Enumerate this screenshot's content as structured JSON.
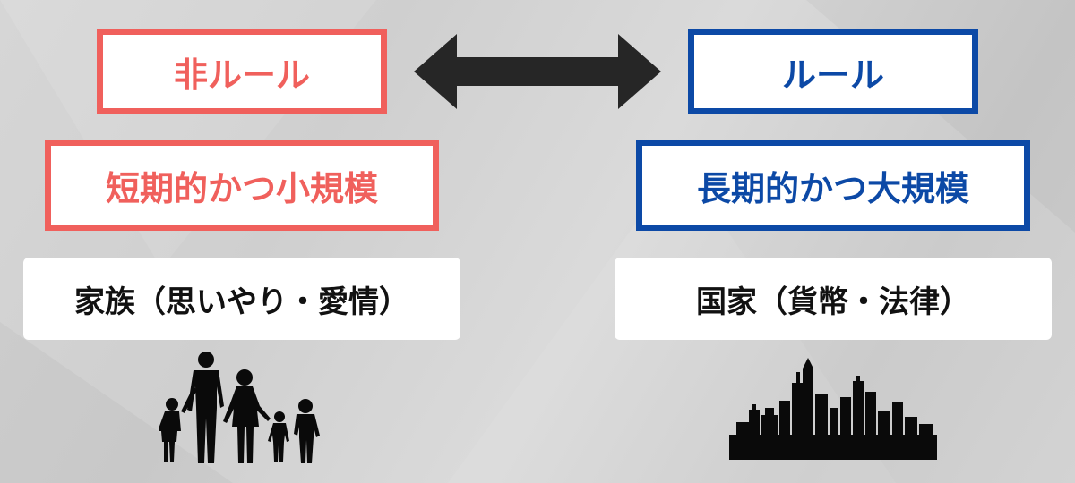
{
  "left": {
    "title": "非ルール",
    "detail": "短期的かつ小規模",
    "example": "家族（思いやり・愛情）",
    "accent_color": "#f0605c",
    "illustration": "family-silhouette-icon"
  },
  "right": {
    "title": "ルール",
    "detail": "長期的かつ大規模",
    "example": "国家（貨幣・法律）",
    "accent_color": "#0c49a6",
    "illustration": "city-skyline-icon"
  },
  "connector": "double-arrow-icon"
}
